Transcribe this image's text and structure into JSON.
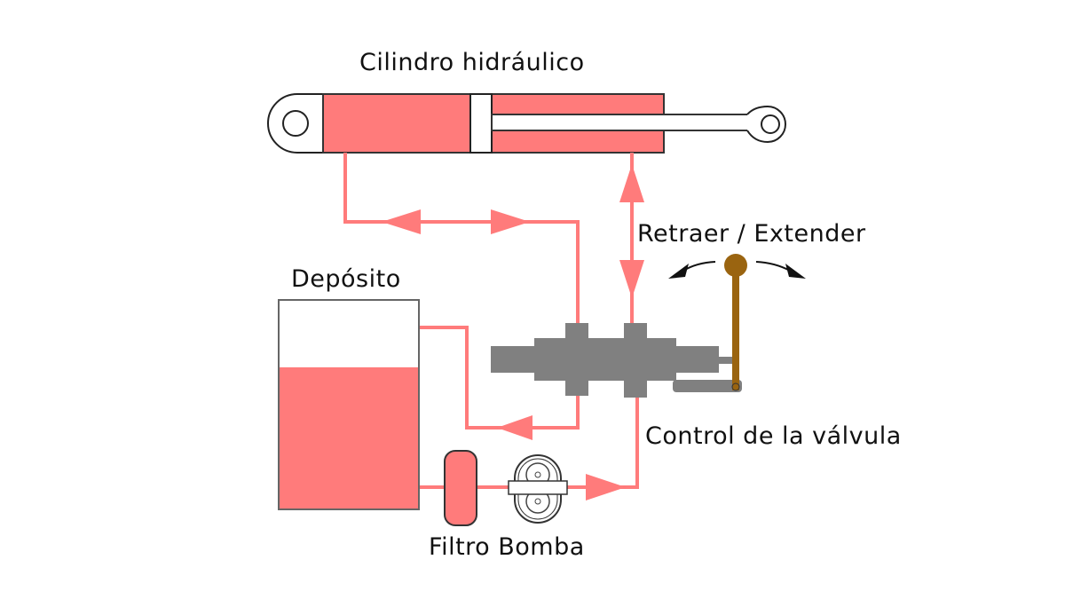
{
  "labels": {
    "cylinder": "Cilindro hidráulico",
    "reservoir": "Depósito",
    "retract_extend": "Retraer / Extender",
    "valve_control": "Control de la válvula",
    "filter_pump": "Filtro Bomba"
  },
  "colors": {
    "fluid": "#ff7b7b",
    "valve": "#808080",
    "lever": "#9a6410",
    "outline": "#222222"
  },
  "reservoir": {
    "fluid_level": 0.68
  }
}
